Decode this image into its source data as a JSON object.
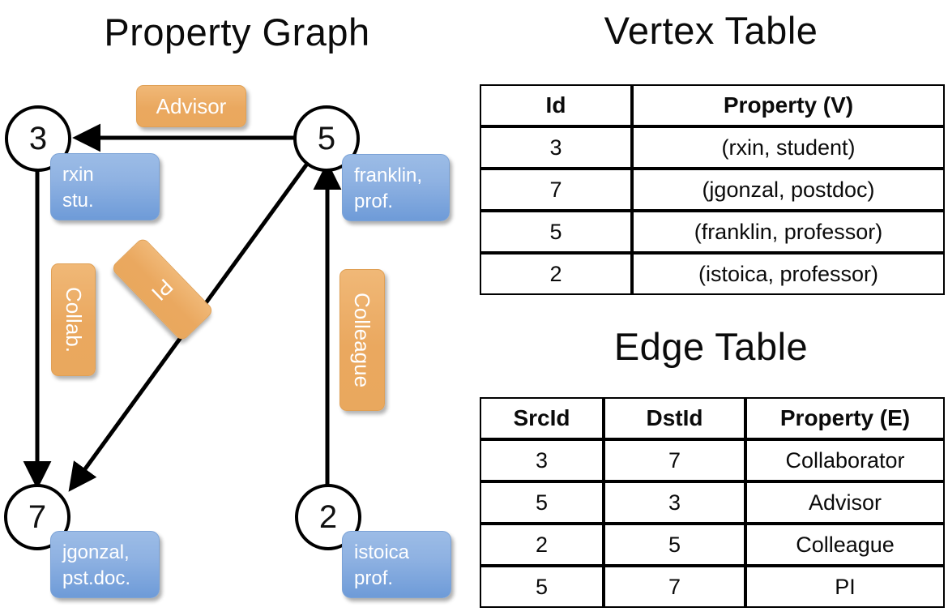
{
  "titles": {
    "property_graph": "Property Graph",
    "vertex_table": "Vertex Table",
    "edge_table": "Edge Table"
  },
  "graph": {
    "nodes": [
      {
        "id": "3",
        "property_box": "rxin\nstu."
      },
      {
        "id": "5",
        "property_box": "franklin,\nprof."
      },
      {
        "id": "7",
        "property_box": "jgonzal,\npst.doc."
      },
      {
        "id": "2",
        "property_box": "istoica\nprof."
      }
    ],
    "node_labels": {
      "n3": "3",
      "n5": "5",
      "n7": "7",
      "n2": "2"
    },
    "vertex_props": {
      "rxin_line1": "rxin",
      "rxin_line2": "stu.",
      "franklin_line1": "franklin,",
      "franklin_line2": "prof.",
      "jgonzal_line1": "jgonzal,",
      "jgonzal_line2": "pst.doc.",
      "istoica_line1": "istoica",
      "istoica_line2": "prof."
    },
    "edge_labels": {
      "advisor": "Advisor",
      "collab": "Collab.",
      "pi": "PI",
      "colleague": "Colleague"
    },
    "edges": [
      {
        "from": "5",
        "to": "3",
        "label": "Advisor"
      },
      {
        "from": "3",
        "to": "7",
        "label": "Collab."
      },
      {
        "from": "5",
        "to": "7",
        "label": "PI"
      },
      {
        "from": "2",
        "to": "5",
        "label": "Colleague"
      }
    ]
  },
  "vertex_table": {
    "headers": [
      "Id",
      "Property (V)"
    ],
    "rows": [
      {
        "id": "3",
        "property": "(rxin, student)"
      },
      {
        "id": "7",
        "property": "(jgonzal, postdoc)"
      },
      {
        "id": "5",
        "property": "(franklin, professor)"
      },
      {
        "id": "2",
        "property": "(istoica, professor)"
      }
    ]
  },
  "edge_table": {
    "headers": [
      "SrcId",
      "DstId",
      "Property (E)"
    ],
    "rows": [
      {
        "src": "3",
        "dst": "7",
        "property": "Collaborator"
      },
      {
        "src": "5",
        "dst": "3",
        "property": "Advisor"
      },
      {
        "src": "2",
        "dst": "5",
        "property": "Colleague"
      },
      {
        "src": "5",
        "dst": "7",
        "property": "PI"
      }
    ]
  },
  "colors": {
    "vertex_cell": "#d4ddee",
    "edge_cell": "#f6ddc2",
    "vertex_box": "#8fb2e2",
    "edge_box": "#eaa85f",
    "stroke": "#000000"
  }
}
